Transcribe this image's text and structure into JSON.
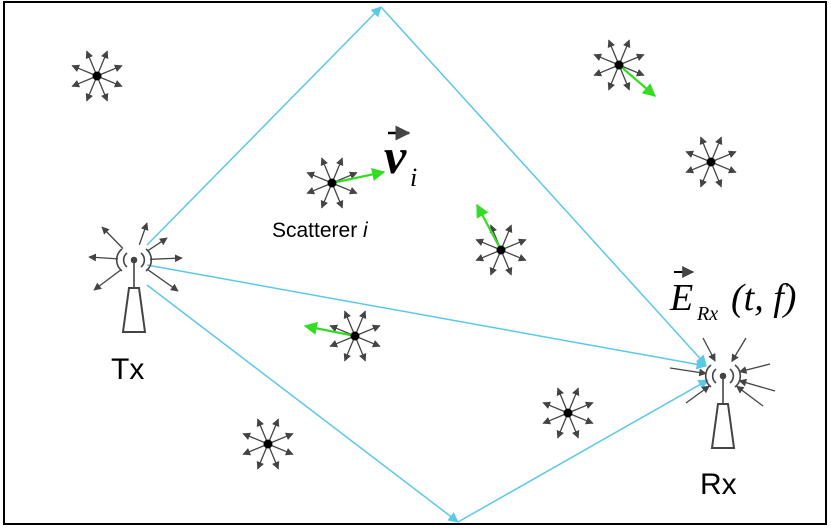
{
  "labels": {
    "tx": "Tx",
    "rx": "Rx",
    "scatterer_word": "Scatterer",
    "scatterer_index": "i",
    "velocity_symbol": "v",
    "velocity_subscript": "i",
    "field_symbol": "E",
    "field_subscript": "Rx",
    "field_args": "(t, f)"
  },
  "colors": {
    "border": "#000000",
    "ray": "#5bc8e6",
    "arrow": "#444444",
    "velocity": "#33dd22",
    "node": "#000000",
    "antenna": "#444444"
  },
  "icons": {
    "tx": "antenna-tower-icon",
    "rx": "antenna-tower-icon",
    "scatterer": "scatterer-star-icon"
  }
}
